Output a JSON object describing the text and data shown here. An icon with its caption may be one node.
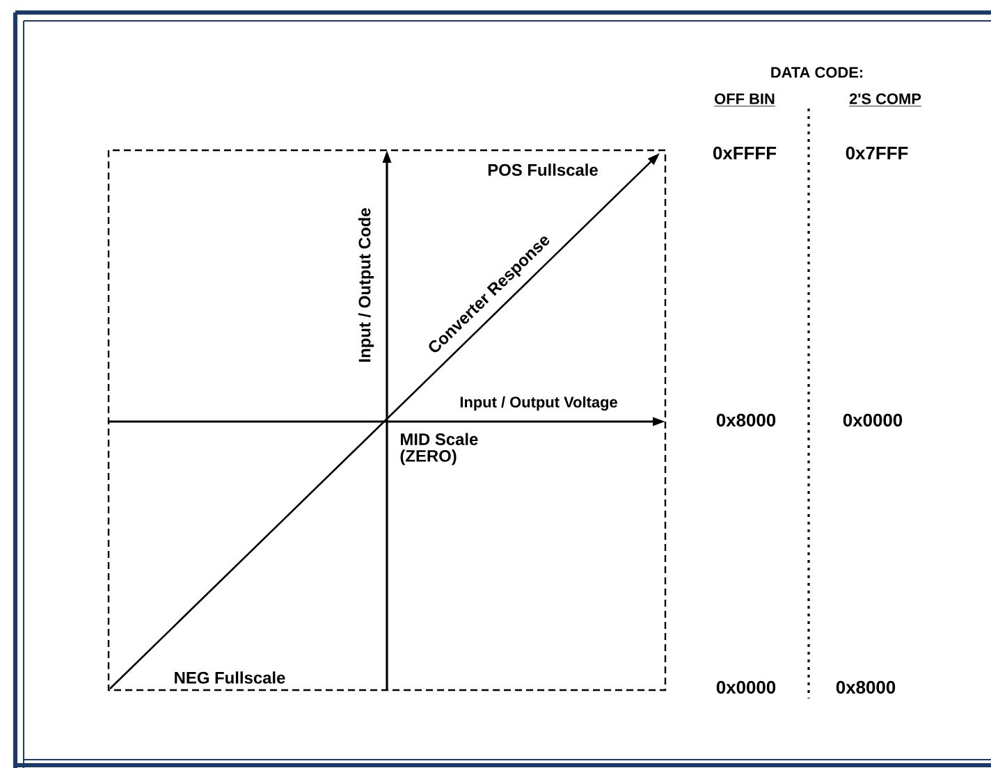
{
  "diagram": {
    "labels": [
      "DATA CODE:",
      "OFF BIN",
      "2'S COMP",
      "0xFFFF",
      "0x7FFF",
      "POS Fullscale",
      "Input / Output Code",
      "Converter Response",
      "Input / Output Voltage",
      "0x8000",
      "0x0000",
      "MID Scale (ZERO)",
      "NEG Fullscale",
      "0x0000",
      "0x8000"
    ]
  }
}
